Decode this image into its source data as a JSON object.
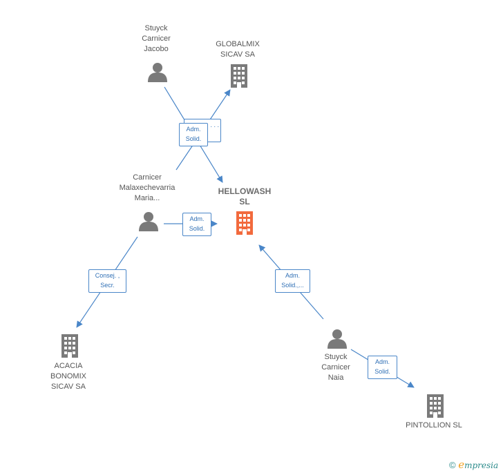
{
  "nodes": {
    "stuyck_jacobo": {
      "label": [
        "Stuyck",
        "Carnicer",
        "Jacobo"
      ],
      "icon": "person-icon"
    },
    "globalmix": {
      "label": [
        "GLOBALMIX",
        "SICAV SA"
      ],
      "icon": "building-icon"
    },
    "carnicer_maria": {
      "label": [
        "Carnicer",
        "Malaxechevarria",
        "Maria..."
      ],
      "icon": "person-icon"
    },
    "hellowash": {
      "label": [
        "HELLOWASH",
        "SL"
      ],
      "icon": "building-icon",
      "color": "#f26a3d"
    },
    "acacia": {
      "label": [
        "ACACIA",
        "BONOMIX",
        "SICAV SA"
      ],
      "icon": "building-icon"
    },
    "stuyck_naia": {
      "label": [
        "Stuyck",
        "Carnicer",
        "Naia"
      ],
      "icon": "person-icon"
    },
    "pintollion": {
      "label": [
        "PINTOLLION SL"
      ],
      "icon": "building-icon"
    }
  },
  "edges": {
    "jacobo_hellowash": [
      "Adm.",
      "Solid."
    ],
    "maria_globalmix": ". . .",
    "maria_hellowash": [
      "Adm.",
      "Solid."
    ],
    "maria_acacia": [
      "Consej. ,",
      "Secr."
    ],
    "naia_hellowash": [
      "Adm.",
      "Solid.,..."
    ],
    "naia_pintollion": [
      "Adm.",
      "Solid."
    ]
  },
  "colors": {
    "node": "#7a7a7a",
    "edge": "#4a86c8",
    "center": "#f26a3d"
  },
  "credit": {
    "symbol": "©",
    "brand_initial": "e",
    "brand_rest": "mpresia"
  }
}
